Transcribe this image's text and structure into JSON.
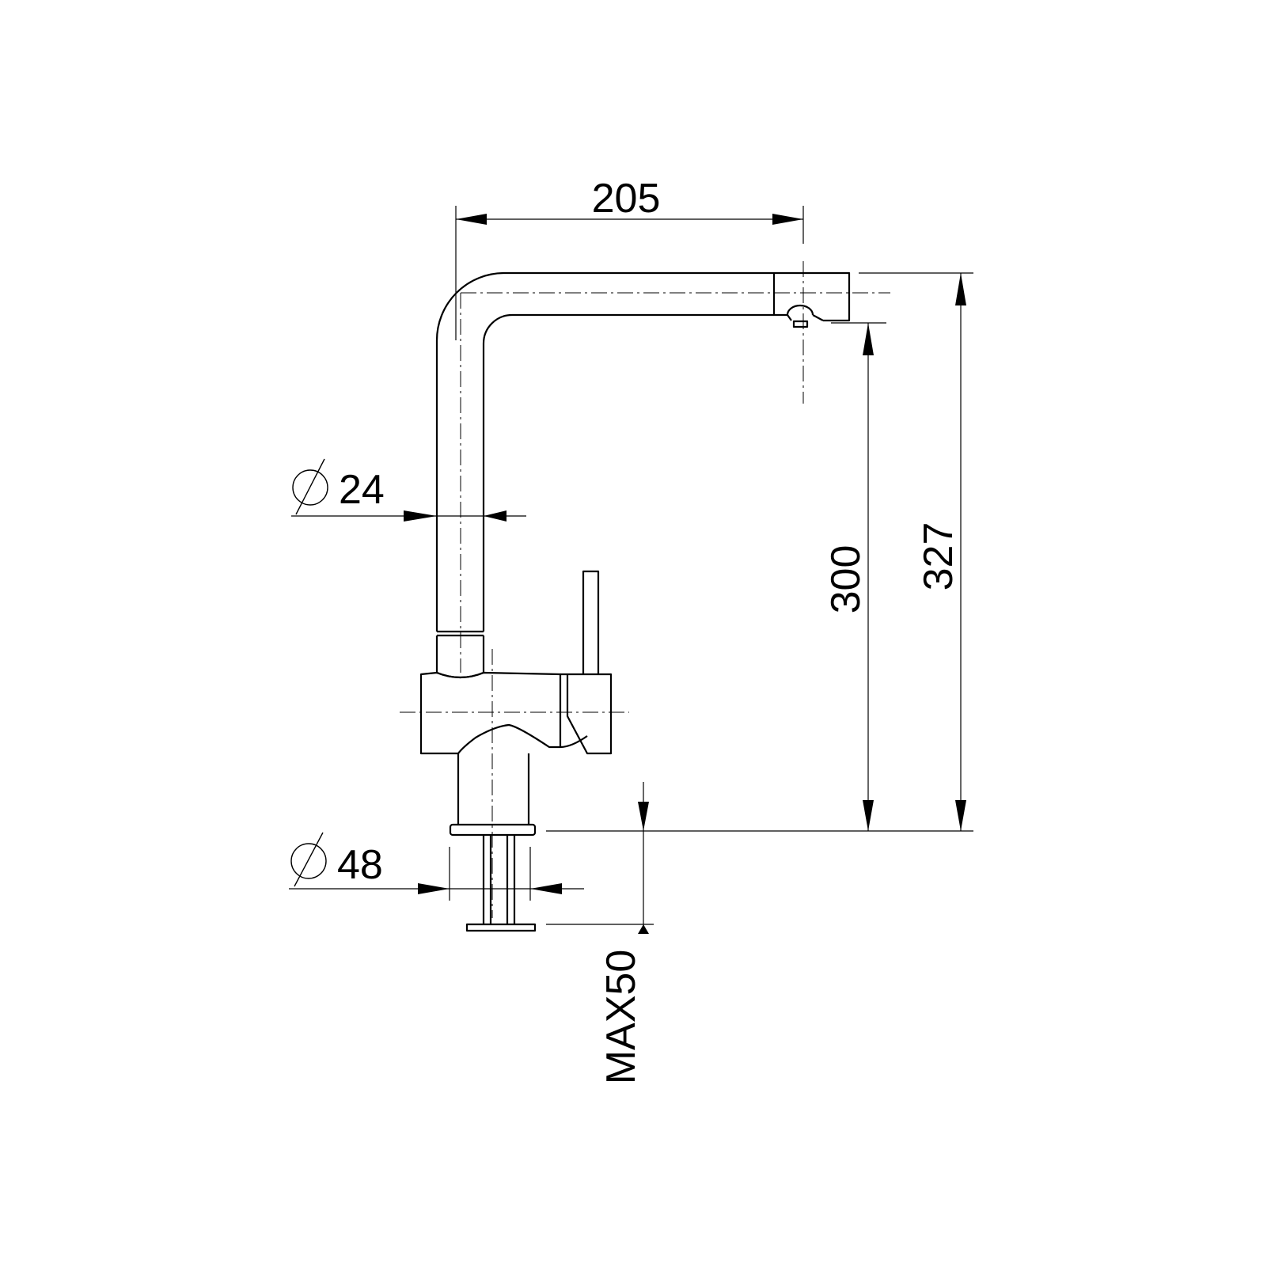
{
  "dimensions": {
    "reach": "205",
    "tube_diameter": "24",
    "spout_height": "300",
    "total_height": "327",
    "base_diameter": "48",
    "max_counter": "MAX50"
  }
}
